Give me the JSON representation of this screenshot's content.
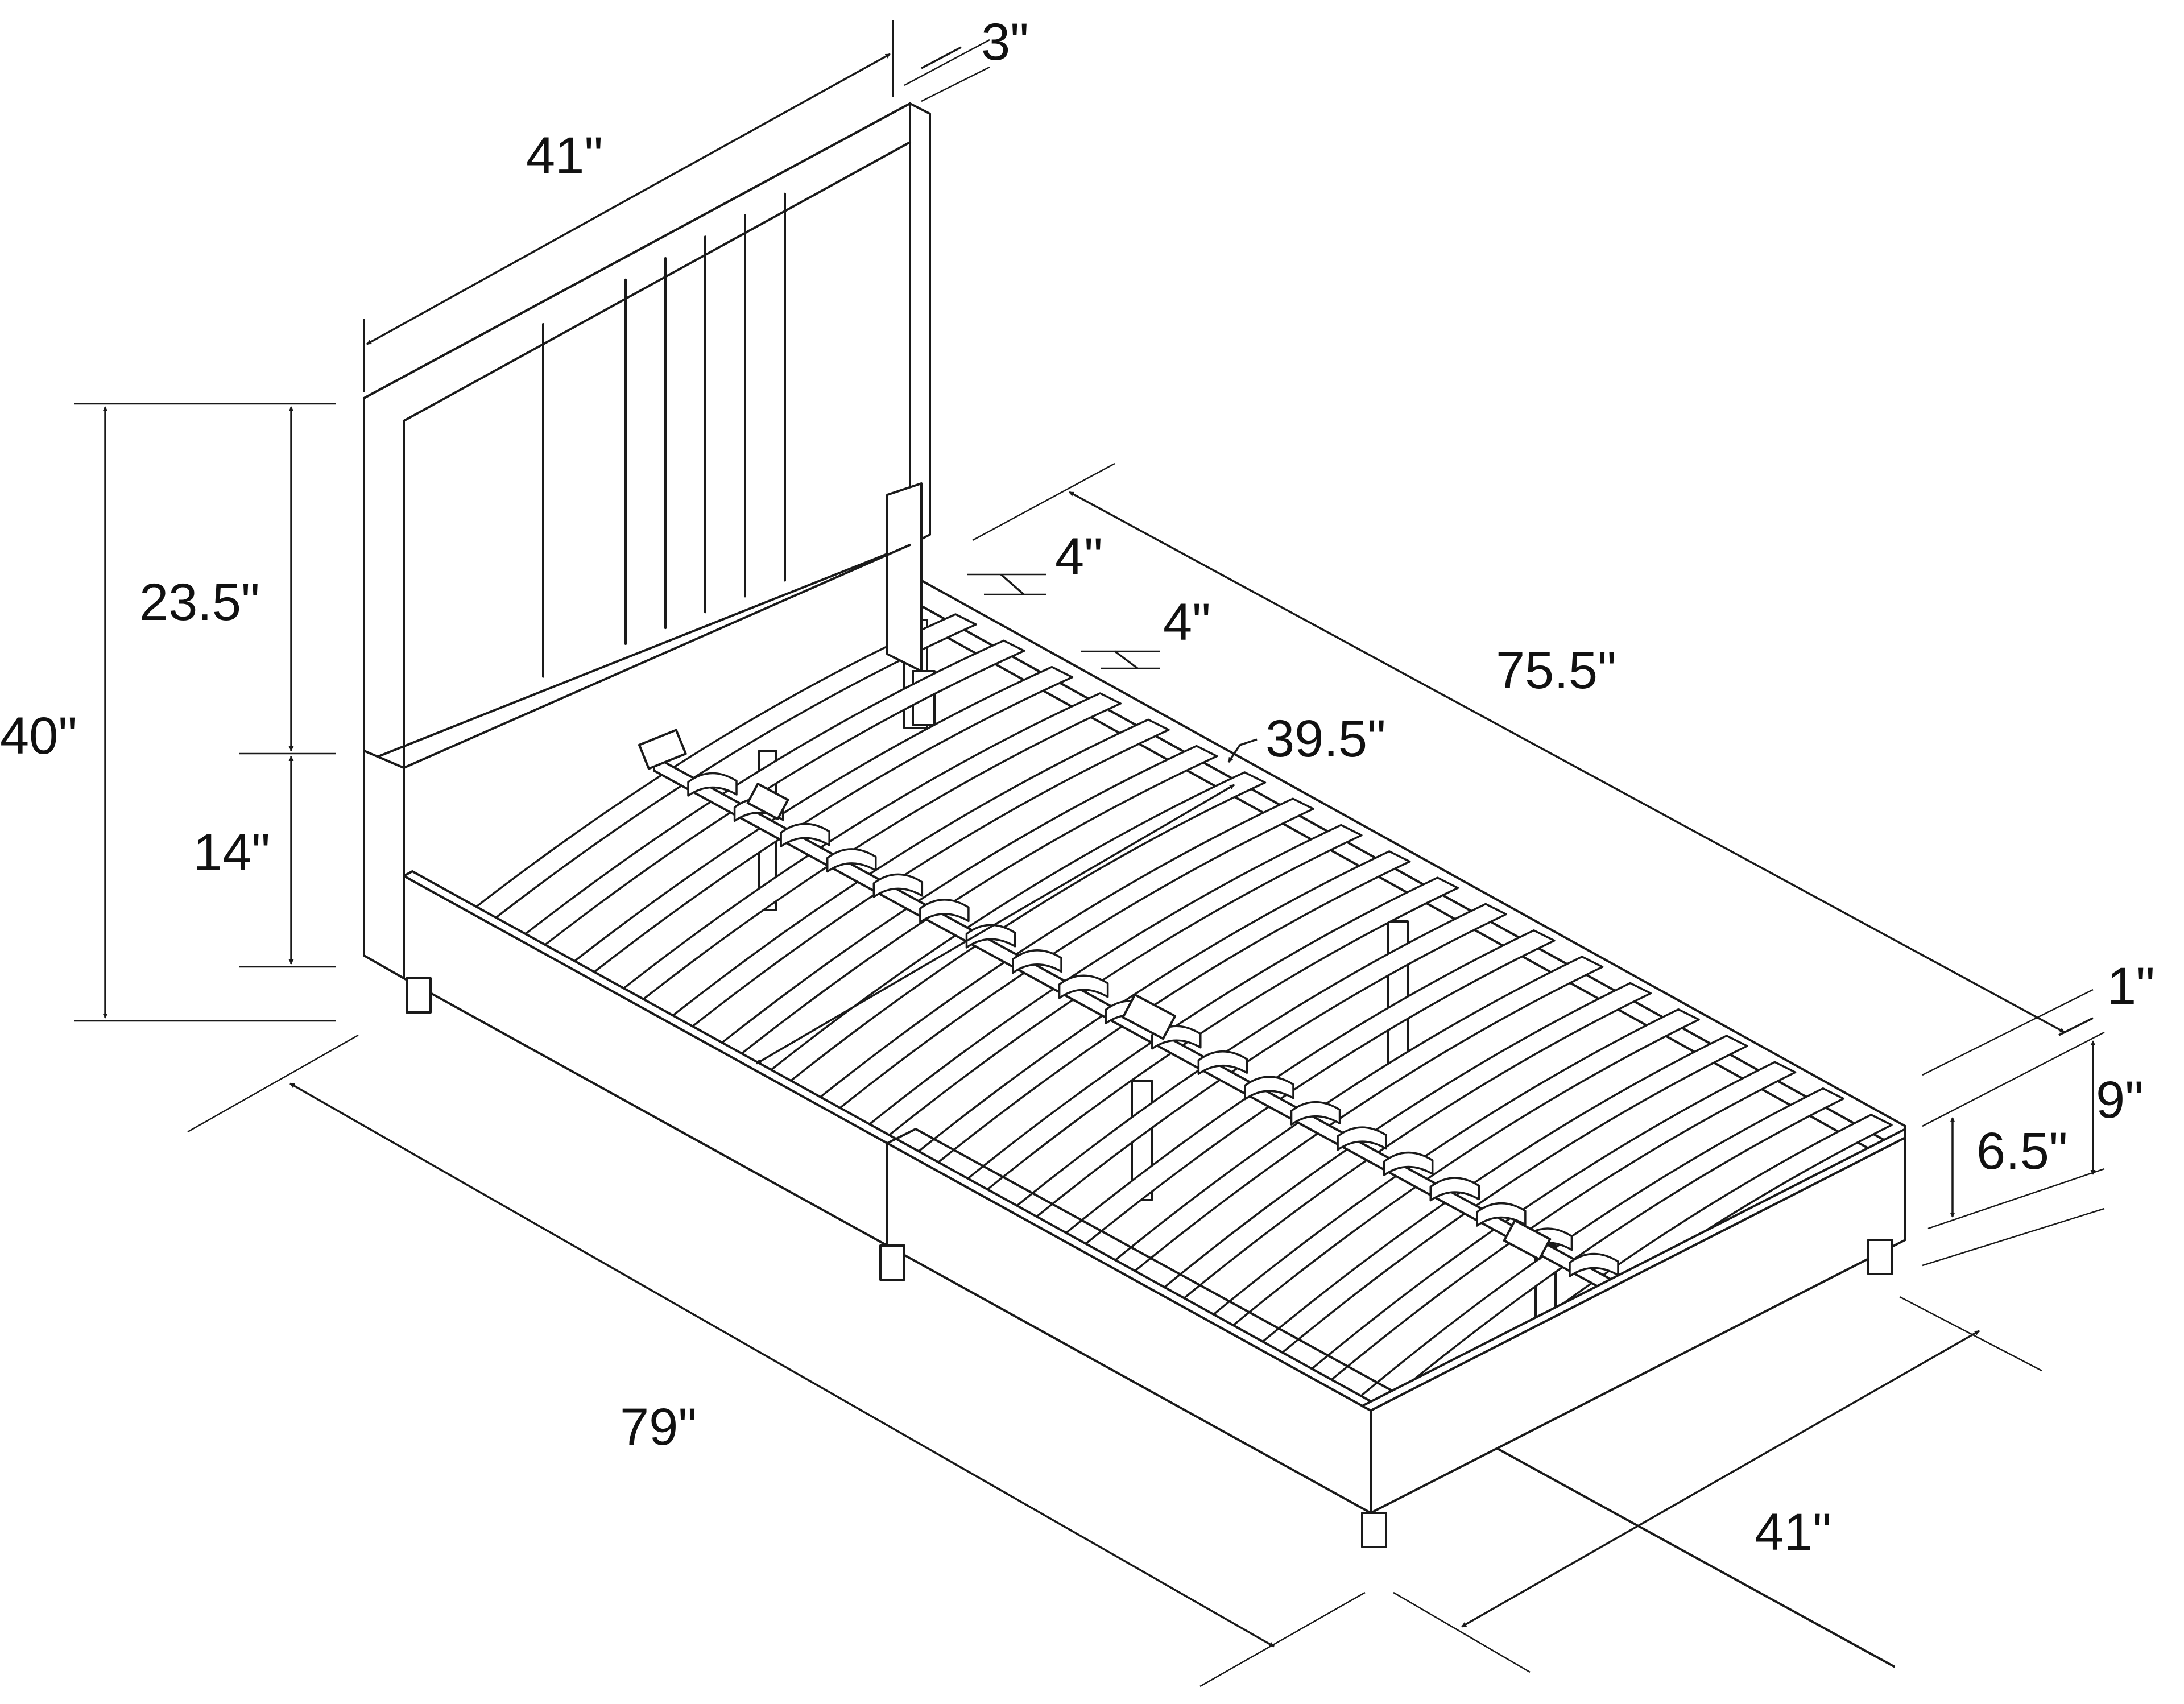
{
  "diagram": {
    "labels": {
      "headboard_width": "41\"",
      "headboard_thickness": "3\"",
      "headboard_panel_height": "23.5\"",
      "total_height": "40\"",
      "clearance_to_headboard": "14\"",
      "rail_offset_top": "4\"",
      "rail_offset_second": "4\"",
      "side_rail_length": "75.5\"",
      "inner_width": "39.5\"",
      "overall_length": "79\"",
      "overall_width": "41\"",
      "top_rail_height": "1\"",
      "frame_height": "9\"",
      "rail_depth": "6.5\""
    }
  }
}
